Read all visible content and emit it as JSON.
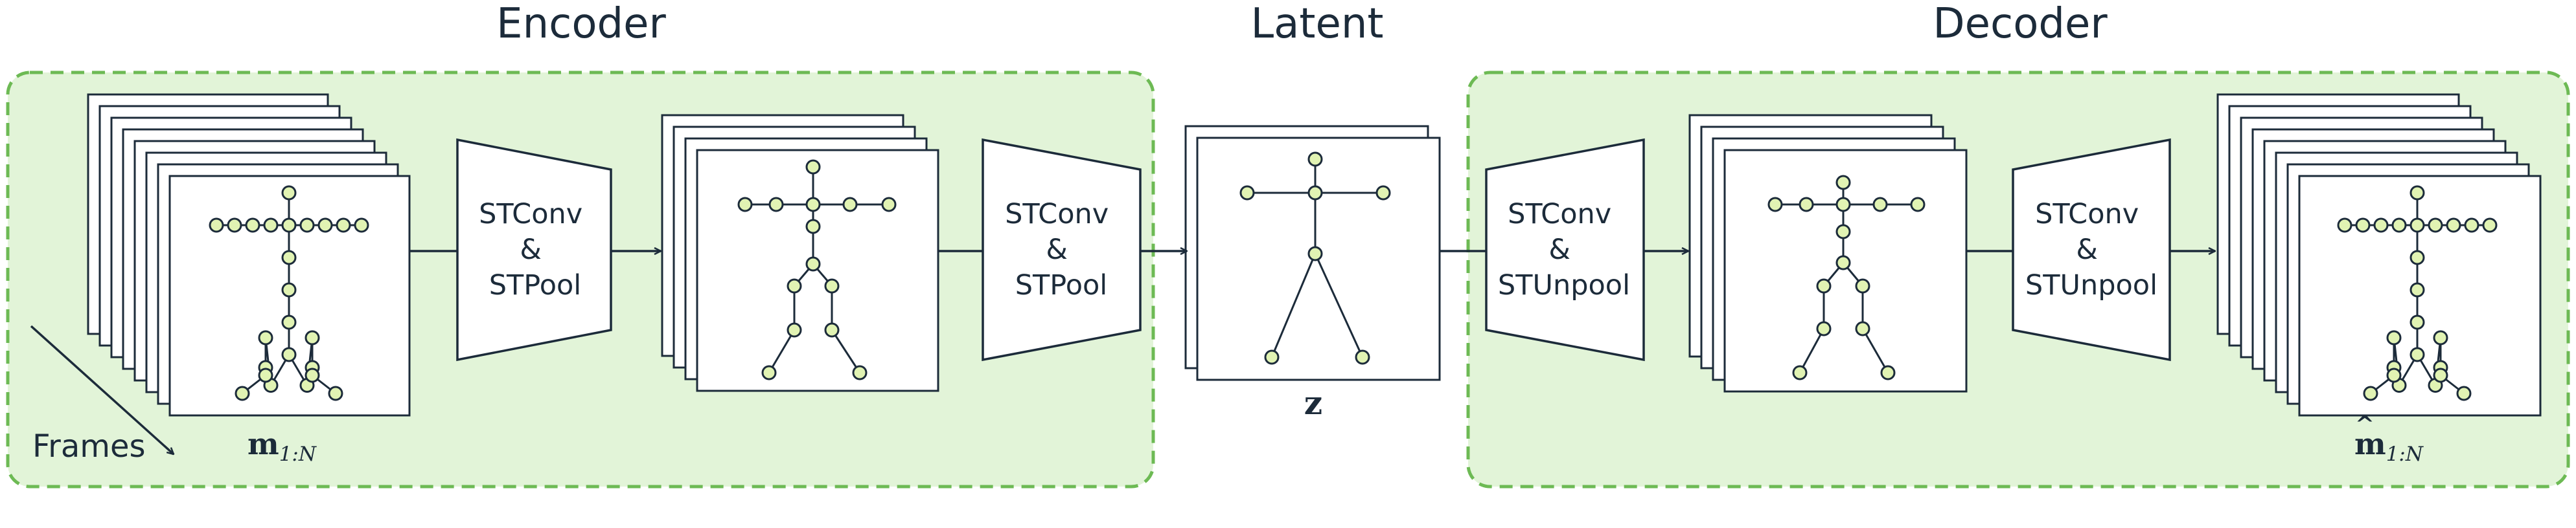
{
  "titles": {
    "encoder": "Encoder",
    "latent": "Latent",
    "decoder": "Decoder"
  },
  "ops": {
    "enc1": [
      "STConv",
      "&",
      "STPool"
    ],
    "enc2": [
      "STConv",
      "&",
      "STPool"
    ],
    "dec1": [
      "STConv",
      "&",
      "STUnpool"
    ],
    "dec2": [
      "STConv",
      "&",
      "STUnpool"
    ]
  },
  "labels": {
    "frames": "Frames",
    "input_main": "m",
    "input_sub": "1:N",
    "latent": "z",
    "output_main": "m",
    "output_hat": "^",
    "output_sub": "1:N"
  },
  "colors": {
    "region_fill": "#e2f4d8",
    "region_border": "#6dba54",
    "stroke": "#1c2b3a",
    "joint_fill": "#e1f3b3",
    "frame_fill": "#ffffff"
  }
}
